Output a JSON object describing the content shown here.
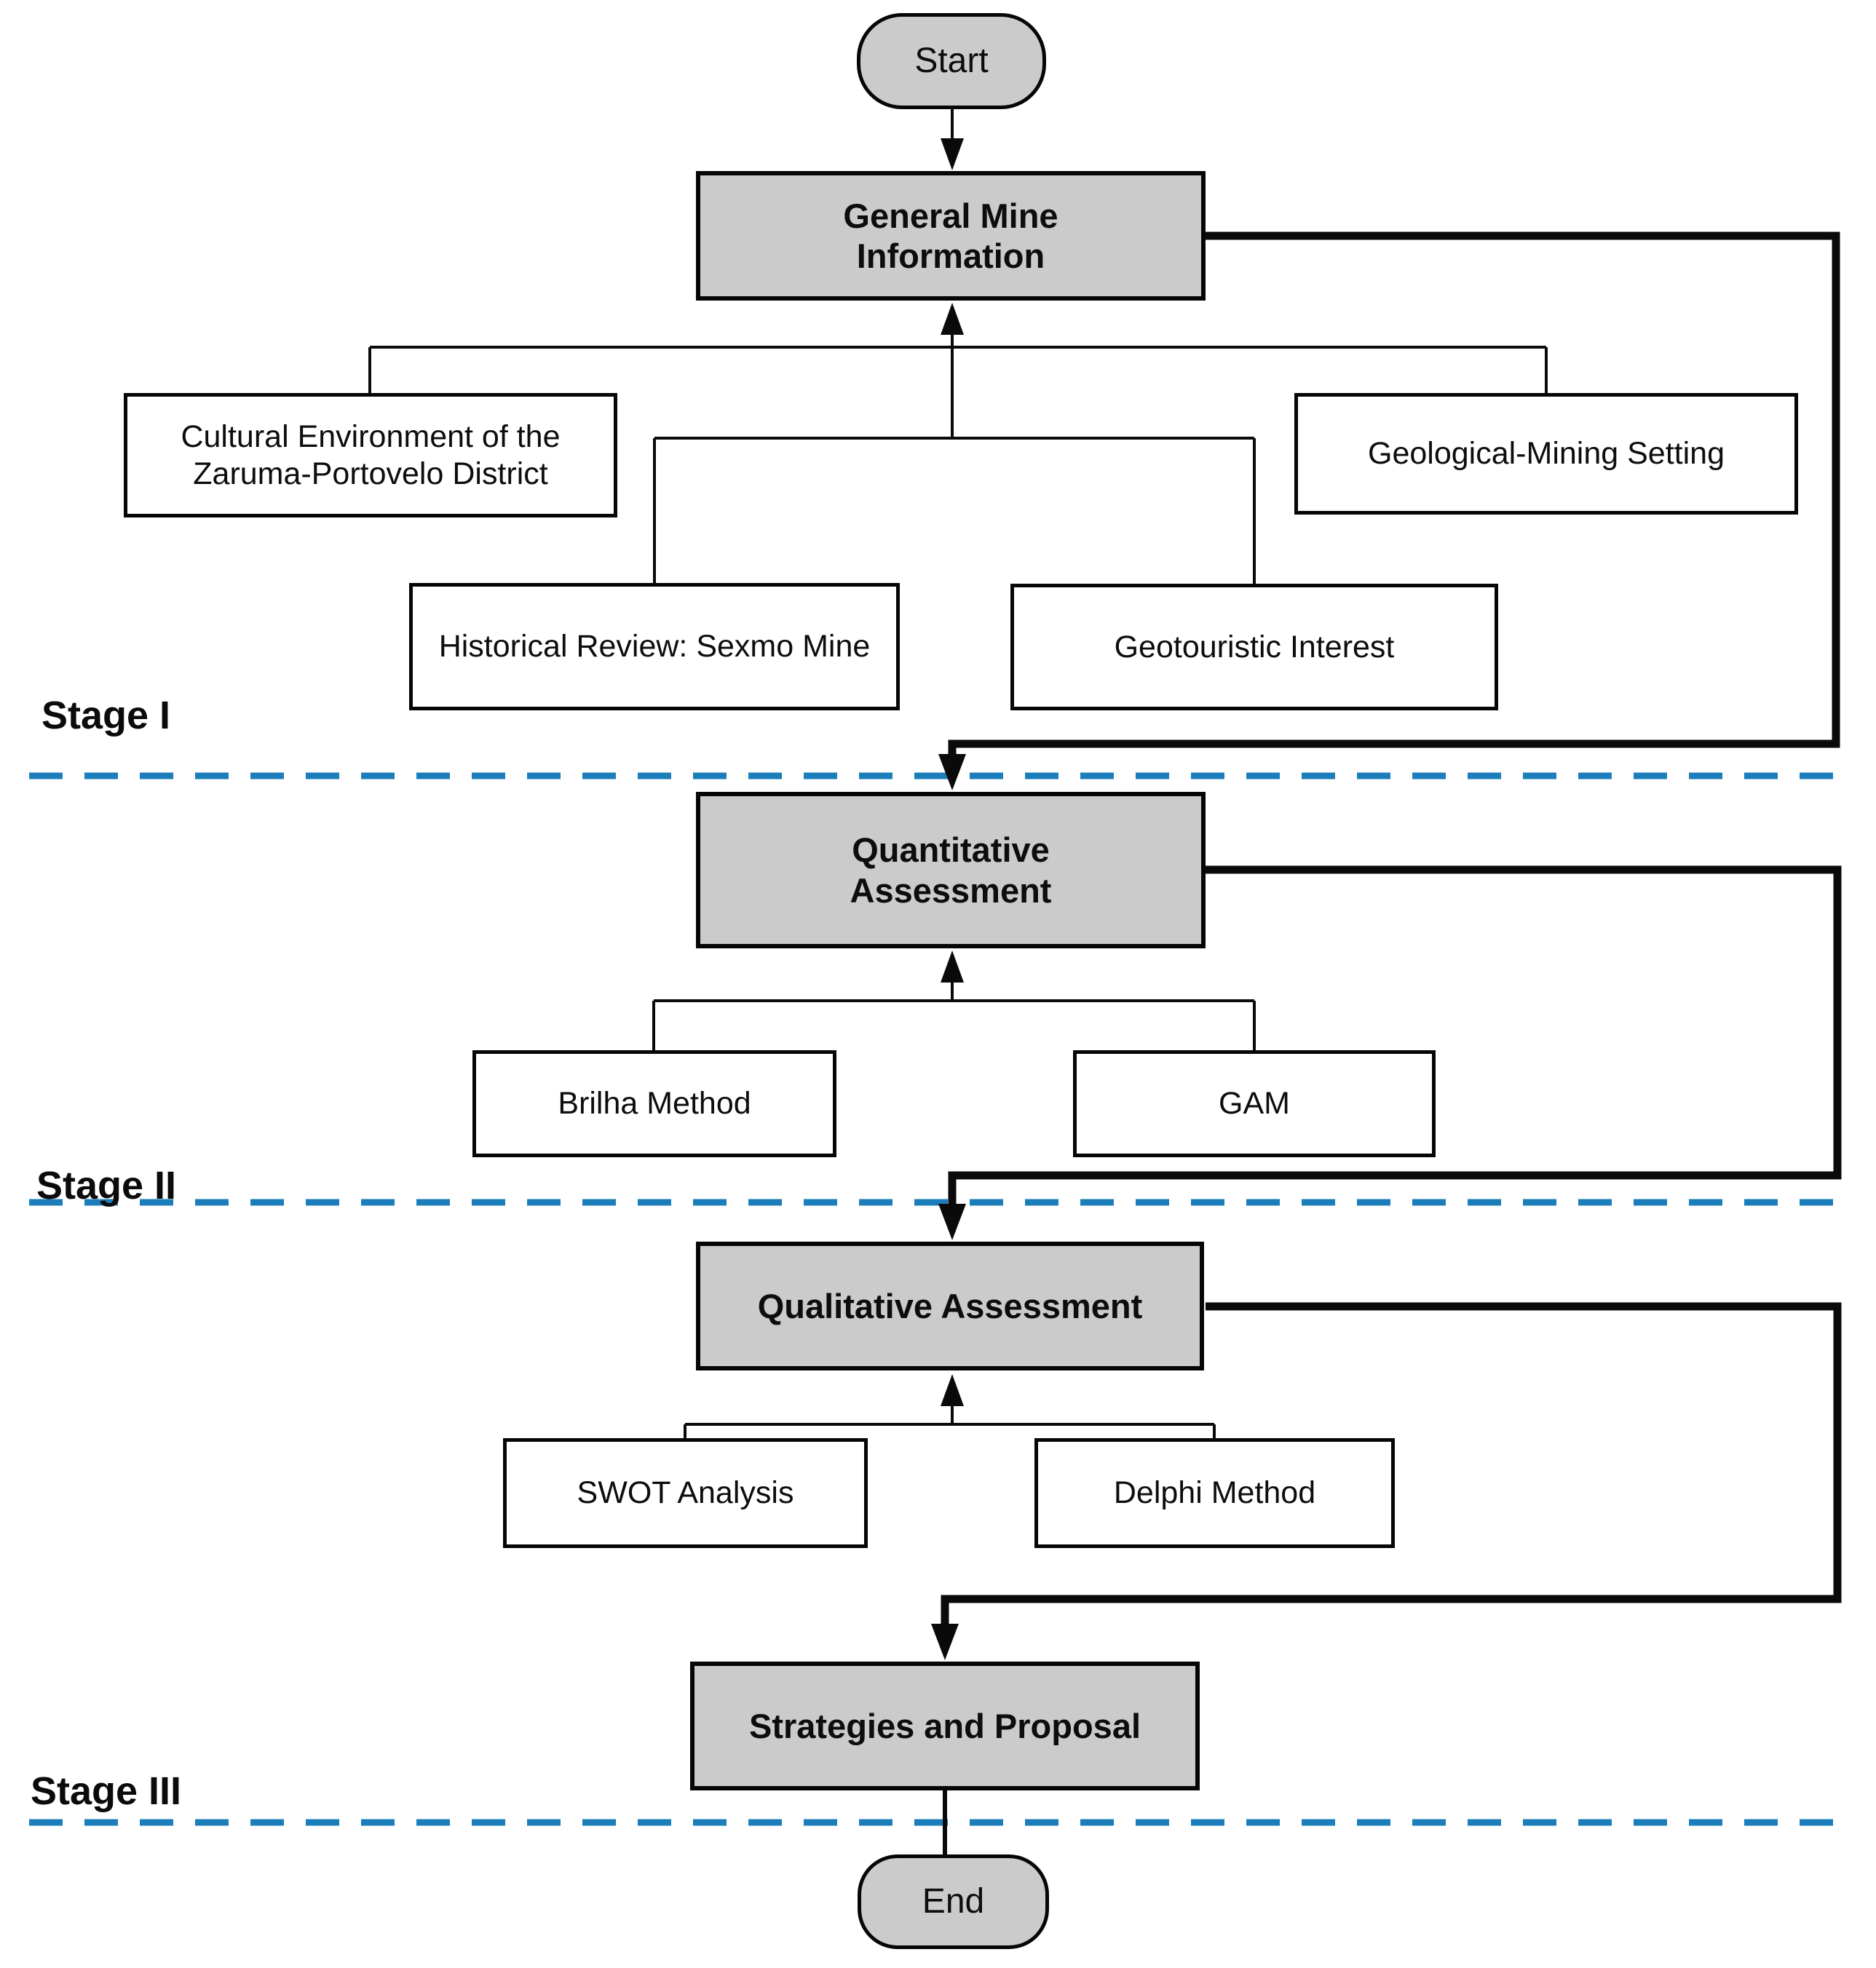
{
  "diagram": {
    "title_implicit": "Geotourism assessment methodology flowchart",
    "stages": [
      {
        "label": "Stage I"
      },
      {
        "label": "Stage II"
      },
      {
        "label": "Stage III"
      }
    ],
    "nodes": {
      "start": "Start",
      "general_mine_information": "General Mine Information",
      "cultural_environment": "Cultural Environment of the Zaruma-Portovelo District",
      "geological_mining_setting": "Geological-Mining Setting",
      "historical_review": "Historical Review: Sexmo Mine",
      "geotouristic_interest": "Geotouristic Interest",
      "quantitative_assessment": "Quantitative Assessment",
      "brilha_method": "Brilha Method",
      "gam": "GAM",
      "qualitative_assessment": "Qualitative Assessment",
      "swot_analysis": "SWOT Analysis",
      "delphi_method": "Delphi Method",
      "strategies_and_proposal": "Strategies and Proposal",
      "end": "End"
    },
    "colors": {
      "node_fill_gray": "#cbcbcb",
      "node_fill_white": "#ffffff",
      "node_stroke": "#060606",
      "connector": "#0a0a0a",
      "stage_divider_blue": "#1b7eba"
    }
  }
}
